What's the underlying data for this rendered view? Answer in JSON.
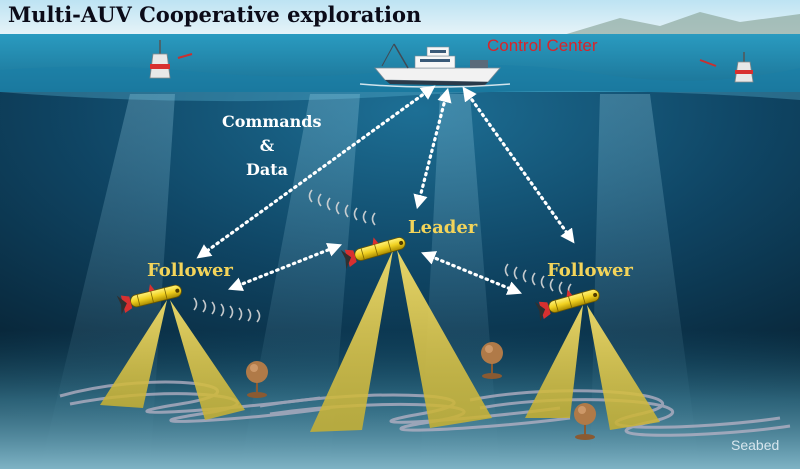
{
  "title": "Multi-AUV Cooperative exploration",
  "control_center": "Control Center",
  "commands_label": [
    "Commands",
    "&",
    "Data"
  ],
  "leader_label": "Leader",
  "follower_left_label": "Follower",
  "follower_right_label": "Follower",
  "seabed_label": "Seabed",
  "colors": {
    "title_text": "#0b0b18",
    "control_center_text": "#d8242a",
    "role_text": "#f3d45a",
    "auv_body": "#f0d020",
    "sonar_beam": "#e8d25a",
    "link_arrows": "#ffffff"
  }
}
